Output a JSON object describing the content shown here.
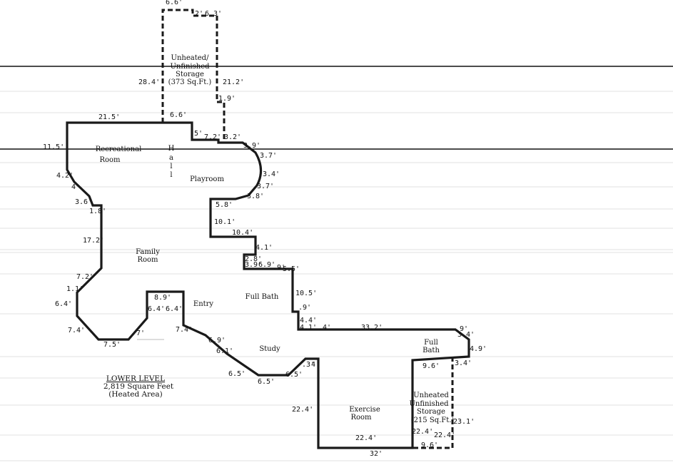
{
  "caption": {
    "title": "LOWER LEVEL",
    "area": "2,819 Square Feet",
    "note": "(Heated Area)"
  },
  "rooms": [
    {
      "id": "storage-top-l1",
      "text": "Unheated/"
    },
    {
      "id": "storage-top-l2",
      "text": "Unfinished"
    },
    {
      "id": "storage-top-l3",
      "text": "Storage"
    },
    {
      "id": "storage-top-l4",
      "text": "(373 Sq.Ft.)"
    },
    {
      "id": "rec-l1",
      "text": "Recreational"
    },
    {
      "id": "rec-l2",
      "text": "Room"
    },
    {
      "id": "hall-h",
      "text": "H"
    },
    {
      "id": "hall-a",
      "text": "a"
    },
    {
      "id": "hall-l1",
      "text": "l"
    },
    {
      "id": "hall-l2",
      "text": "l"
    },
    {
      "id": "playroom",
      "text": "Playroom"
    },
    {
      "id": "family-l1",
      "text": "Family"
    },
    {
      "id": "family-l2",
      "text": "Room"
    },
    {
      "id": "fullbath1",
      "text": "Full Bath"
    },
    {
      "id": "entry",
      "text": "Entry"
    },
    {
      "id": "study",
      "text": "Study"
    },
    {
      "id": "fullbath2-l1",
      "text": "Full"
    },
    {
      "id": "fullbath2-l2",
      "text": "Bath"
    },
    {
      "id": "exercise-l1",
      "text": "Exercise"
    },
    {
      "id": "exercise-l2",
      "text": "Room"
    },
    {
      "id": "storage-low-l1",
      "text": "Unheated"
    },
    {
      "id": "storage-low-l2",
      "text": "Unfinished"
    },
    {
      "id": "storage-low-l3",
      "text": "Storage"
    },
    {
      "id": "storage-low-l4",
      "text": "(215 Sq.Ft.)"
    }
  ],
  "dimensions": [
    "6.6'",
    "2'",
    "6.3'",
    "28.4'",
    "21.2'",
    "1.9'",
    "21.5'",
    "6.6'",
    "5'",
    "7.2'",
    "3.2'",
    "3.9'",
    "11.5'",
    "3.7'",
    "3.4'",
    "3.7'",
    "3.8'",
    "4.2'",
    "4'",
    "3.6'",
    "1.8'",
    "5.8'",
    "10.1'",
    "10.4'",
    "17.2'",
    "4.1'",
    "2.8'",
    "3.9'",
    "6.9'",
    ".9'",
    "5.5'",
    "7.2'",
    "1.1'",
    "8.9'",
    "10.5'",
    "6.4'",
    "6.4'",
    "6.4'",
    ".9'",
    "4.4'",
    "7.4'",
    "7.4'",
    "7'",
    "4.1'",
    ".4'",
    "33.2'",
    ".9'",
    "3.4'",
    "4.9'",
    "6.9'",
    "7.5'",
    "6.1'",
    "3.4'",
    "9.6'",
    "6.5'",
    "6.5'",
    ".3'",
    "4'",
    "6.5'",
    "22.4'",
    "23.1'",
    "22.4'",
    "22.4'",
    "9.6'",
    "32'"
  ]
}
